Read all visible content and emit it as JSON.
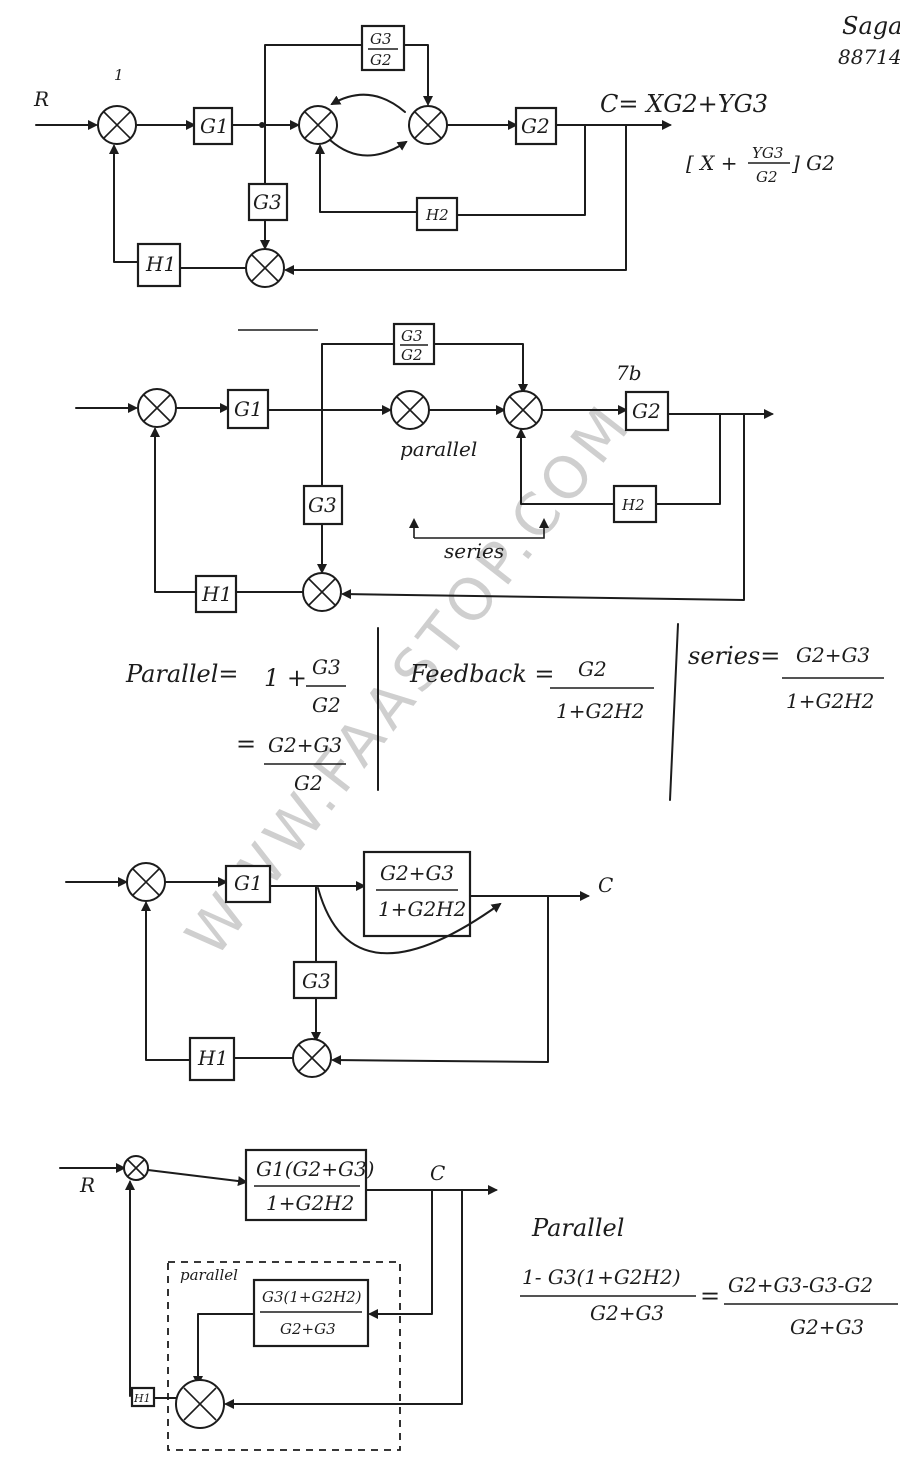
{
  "header": {
    "corner_top": "Saga",
    "corner_bottom": "88714"
  },
  "watermark": "WWW.FAASTOP.COM",
  "fig1": {
    "input": "R",
    "node_mark": "1",
    "output_eq": "C= XG2+YG3",
    "side_eq_left": "[ X +",
    "side_eq_num": "YG3",
    "side_eq_den": "G2",
    "side_eq_right": "] G2",
    "blocks": {
      "g1": "G1",
      "g2": "G2",
      "g3": "G3",
      "h1": "H1",
      "h2": "H2",
      "ff_num": "G3",
      "ff_den": "G2"
    }
  },
  "fig2": {
    "tag": "7b",
    "parallel_label": "parallel",
    "series_label": "series",
    "blocks": {
      "g1": "G1",
      "g2": "G2",
      "g3": "G3",
      "h1": "H1",
      "h2": "H2",
      "ff_num": "G3",
      "ff_den": "G2"
    }
  },
  "formulas": {
    "parallel_lhs": "Parallel=",
    "parallel_one": "1 +",
    "parallel_num": "G3",
    "parallel_den": "G2",
    "parallel_eq": "=",
    "parallel_num2": "G2+G3",
    "parallel_den2": "G2",
    "feedback_lhs": "Feedback =",
    "feedback_num": "G2",
    "feedback_den": "1+G2H2",
    "series_lhs": "series=",
    "series_num": "G2+G3",
    "series_den": "1+G2H2"
  },
  "fig3": {
    "output": "C",
    "blocks": {
      "g1": "G1",
      "g3": "G3",
      "h1": "H1",
      "comb_num": "G2+G3",
      "comb_den": "1+G2H2"
    }
  },
  "fig4": {
    "input": "R",
    "output": "C",
    "parallel_label": "parallel",
    "blocks": {
      "fwd_num": "G1(G2+G3)",
      "fwd_den": "1+G2H2",
      "inner_num": "G3(1+G2H2)",
      "inner_den": "G2+G3",
      "h1": "H1"
    },
    "eq_title": "Parallel",
    "eq_num_left": "1- G3(1+G2H2)",
    "eq_den_left": "G2+G3",
    "eq_equals": "=",
    "eq_num_right": "G2+G3-G3-G2",
    "eq_den_right": "G2+G3"
  }
}
